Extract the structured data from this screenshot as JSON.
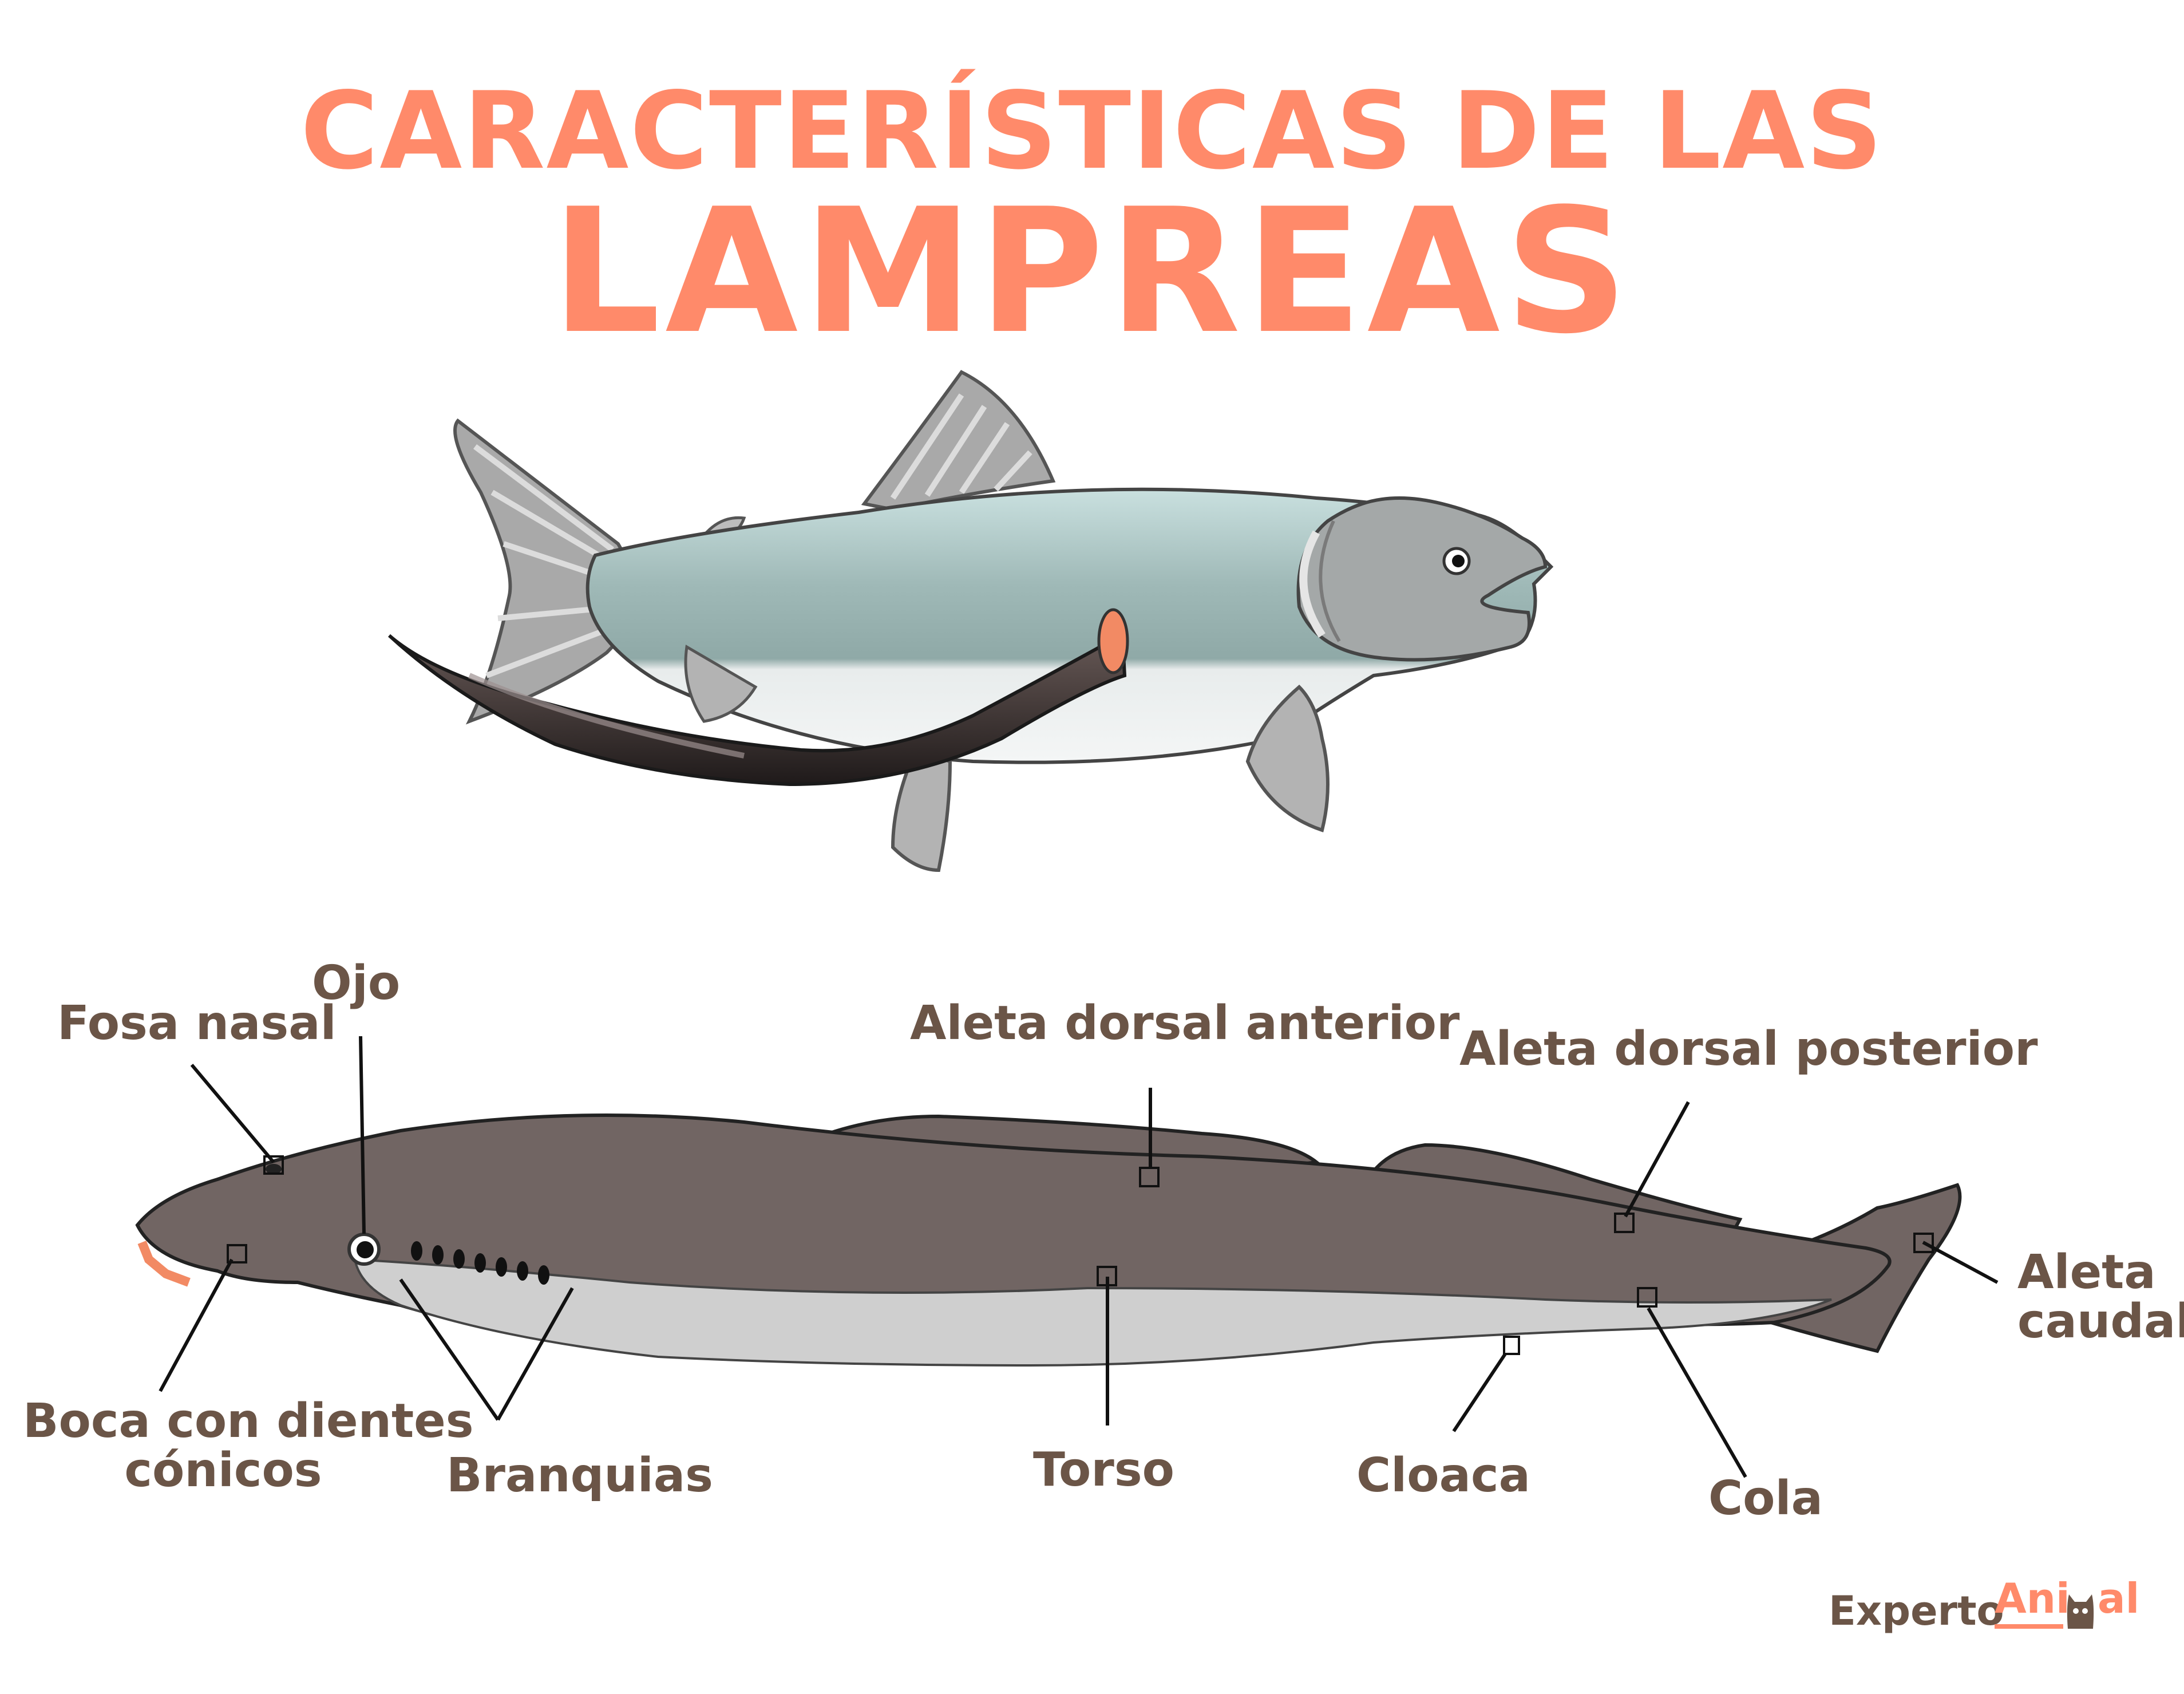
{
  "title": {
    "line1": "CARACTERÍSTICAS DE LAS",
    "line2": "LAMPREAS"
  },
  "labels": {
    "fosa_nasal": "Fosa nasal",
    "ojo": "Ojo",
    "aleta_dorsal_anterior": "Aleta dorsal anterior",
    "aleta_dorsal_posterior": "Aleta dorsal posterior",
    "aleta_caudal_line1": "Aleta",
    "aleta_caudal_line2": "caudal",
    "boca_line1": "Boca con dientes",
    "boca_line2": "cónicos",
    "branquias": "Branquias",
    "torso": "Torso",
    "cloaca": "Cloaca",
    "cola": "Cola"
  },
  "brand": {
    "part1": "Experto",
    "part2": "Ani",
    "part3": "al"
  },
  "colors": {
    "accent": "#ff8a6a",
    "label_text": "#6b5547",
    "lamprey_body": "#716563",
    "lamprey_belly": "#cfcfcf",
    "fish_body": "#9db7b5"
  }
}
